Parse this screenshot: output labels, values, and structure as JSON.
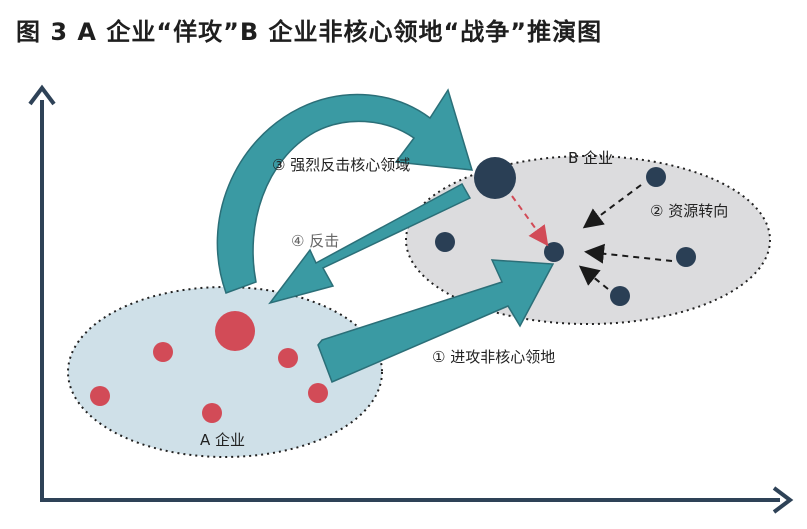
{
  "title": "图 3  A 企业“佯攻”B 企业非核心领地“战争”推演图",
  "labels": {
    "company_a": "A 企业",
    "company_b": "B 企业",
    "step1": "① 进攻非核心领地",
    "step2": "② 资源转向",
    "step3": "③ 强烈反击核心领域",
    "step4": "④ 反击"
  },
  "colors": {
    "axis": "#2e4257",
    "region_a": "#cfe0e8",
    "region_b": "#dcdcde",
    "dot_a": "#d24b57",
    "dot_b": "#2a3f55",
    "arrow": "#3a9aa3",
    "arrow_dark": "#2b6f78",
    "dashed_red": "#d24b57",
    "dashed_black": "#1a1a1a"
  },
  "icons": {
    "x_axis": "arrow-right",
    "y_axis": "arrow-up"
  }
}
